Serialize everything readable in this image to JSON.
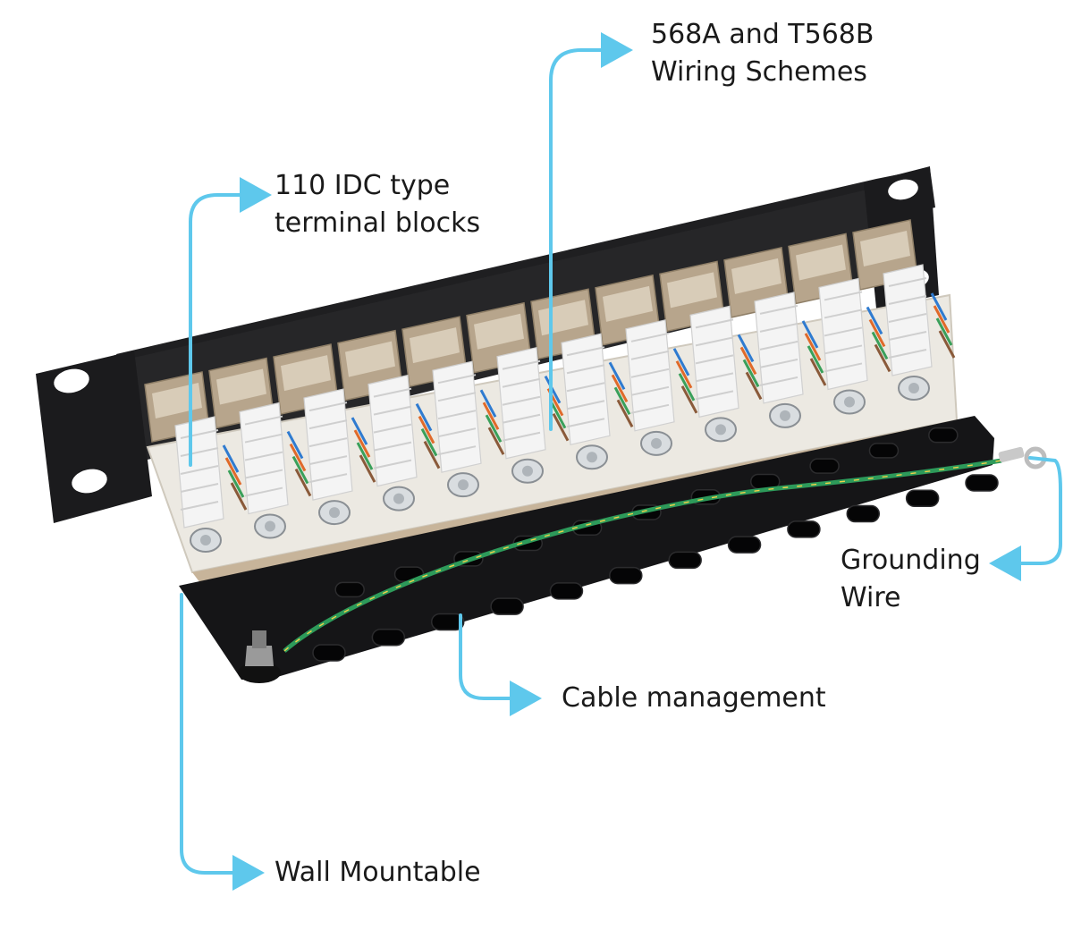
{
  "callouts": {
    "wiring": {
      "line1": "568A and T568B",
      "line2": "Wiring Schemes"
    },
    "idc": {
      "line1": "110 IDC type",
      "line2": "terminal blocks"
    },
    "grounding": {
      "line1": "Grounding",
      "line2": "Wire"
    },
    "cable": {
      "line1": "Cable management"
    },
    "wall": {
      "line1": "Wall Mountable"
    }
  },
  "colors": {
    "callout_line": "#5ec8ec",
    "panel": "#1c1c1e",
    "module": "#b7a58c",
    "terminal_block": "#f4f4f4",
    "pcb": "#ece9e2",
    "ground_wire": "#2d9a5a"
  },
  "ports": 12
}
